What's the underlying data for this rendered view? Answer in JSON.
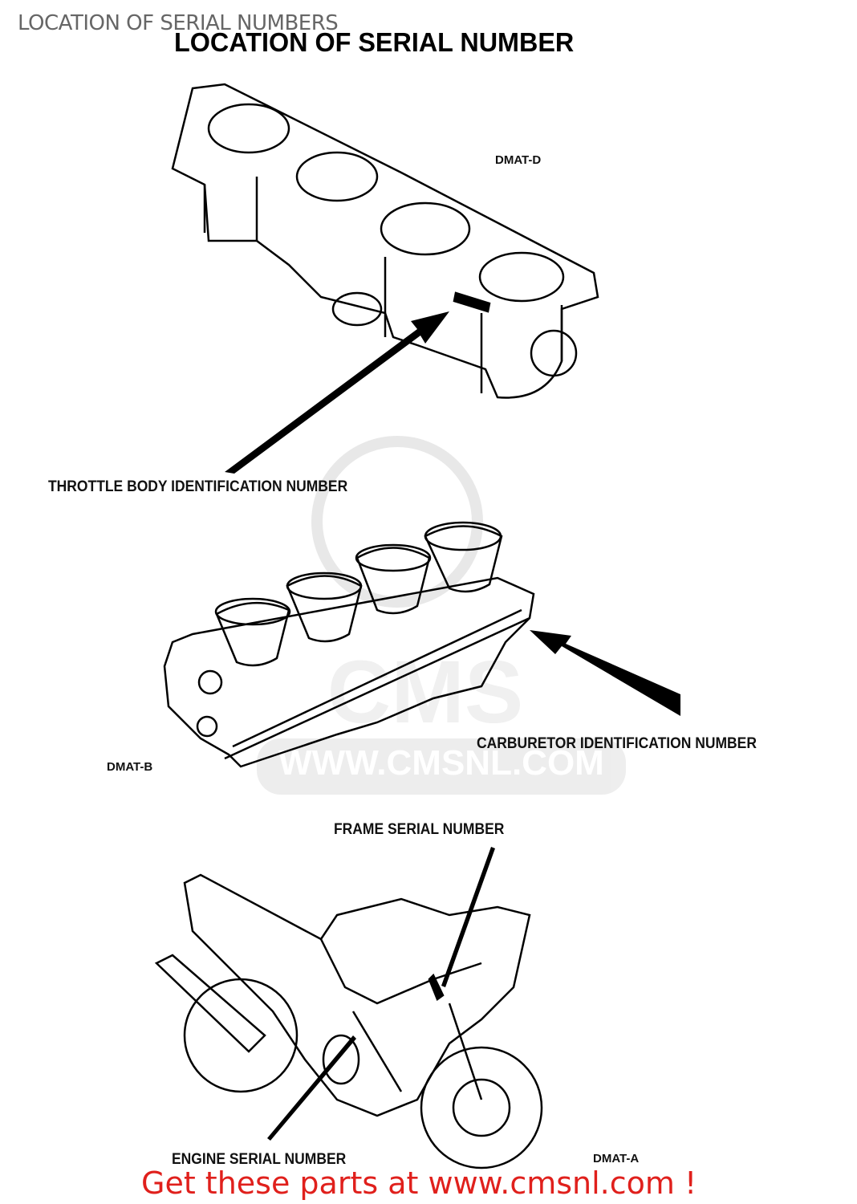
{
  "header": {
    "page_title": "LOCATION OF SERIAL NUMBERS",
    "diagram_title": "LOCATION OF SERIAL NUMBER"
  },
  "figures": {
    "throttle_body": {
      "code": "DMAT-D",
      "label": "THROTTLE BODY IDENTIFICATION NUMBER"
    },
    "carburetor": {
      "code": "DMAT-B",
      "label": "CARBURETOR IDENTIFICATION NUMBER"
    },
    "motorcycle": {
      "code": "DMAT-A",
      "frame_label": "FRAME SERIAL NUMBER",
      "engine_label": "ENGINE SERIAL NUMBER"
    }
  },
  "watermark": {
    "text": "WWW.CMSNL.COM"
  },
  "footer": {
    "text": "Get these parts at www.cmsnl.com !",
    "color": "#e0201c"
  }
}
